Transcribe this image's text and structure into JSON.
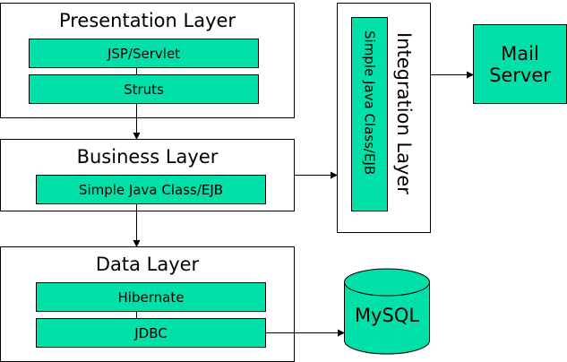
{
  "colors": {
    "component_fill": "#00e0a8",
    "stroke": "#000000",
    "background": "#ffffff"
  },
  "presentation": {
    "title": "Presentation Layer",
    "components": [
      "JSP/Servlet",
      "Struts"
    ]
  },
  "business": {
    "title": "Business Layer",
    "components": [
      "Simple Java Class/EJB"
    ]
  },
  "data": {
    "title": "Data Layer",
    "components": [
      "Hibernate",
      "JDBC"
    ]
  },
  "integration": {
    "title": "Integration Layer",
    "components": [
      "Simple Java Class/EJB"
    ]
  },
  "mail_server": {
    "label_line1": "Mail",
    "label_line2": "Server"
  },
  "database": {
    "label": "MySQL"
  },
  "connections": [
    {
      "from": "Presentation Layer",
      "to": "Business Layer"
    },
    {
      "from": "Business Layer",
      "to": "Data Layer"
    },
    {
      "from": "Business Layer",
      "to": "Integration Layer"
    },
    {
      "from": "Integration Layer",
      "to": "Mail Server"
    },
    {
      "from": "JDBC",
      "to": "MySQL"
    }
  ]
}
